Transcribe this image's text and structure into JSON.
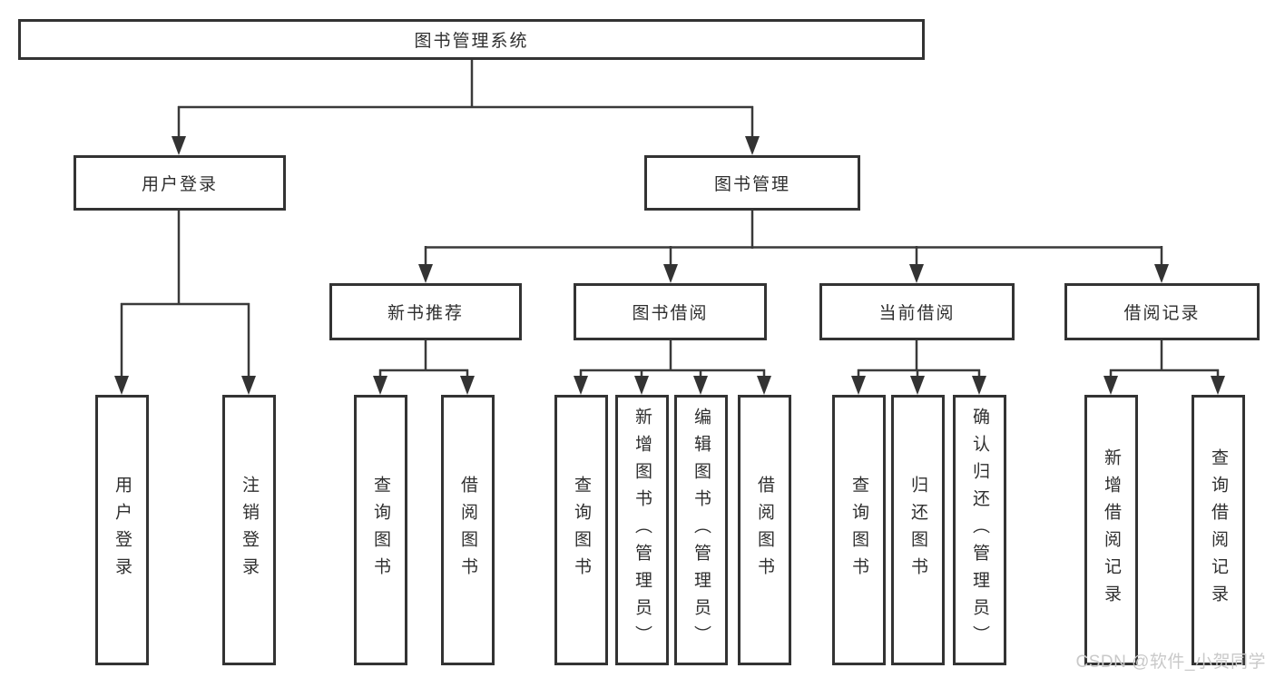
{
  "diagram": {
    "type": "tree-structure-diagram",
    "colors": {
      "background": "#ffffff",
      "box_fill": "#ffffff",
      "box_border": "#333333",
      "line": "#3a3a3a",
      "text": "#2f2f2f",
      "watermark": "#c9c9c9"
    },
    "watermark": "CSDN @软件_小贺同学",
    "nodes": {
      "root": {
        "label": "图书管理系统"
      },
      "level2": [
        {
          "label": "用户登录",
          "parent": "图书管理系统"
        },
        {
          "label": "图书管理",
          "parent": "图书管理系统"
        }
      ],
      "level3": [
        {
          "label": "新书推荐",
          "parent": "图书管理"
        },
        {
          "label": "图书借阅",
          "parent": "图书管理"
        },
        {
          "label": "当前借阅",
          "parent": "图书管理"
        },
        {
          "label": "借阅记录",
          "parent": "图书管理"
        }
      ],
      "leaves": [
        {
          "label": "用户登录",
          "parent": "用户登录"
        },
        {
          "label": "注销登录",
          "parent": "用户登录"
        },
        {
          "label": "查询图书",
          "parent": "新书推荐"
        },
        {
          "label": "借阅图书",
          "parent": "新书推荐"
        },
        {
          "label": "查询图书",
          "parent": "图书借阅"
        },
        {
          "label": "新增图书（管理员）",
          "parent": "图书借阅"
        },
        {
          "label": "编辑图书（管理员）",
          "parent": "图书借阅"
        },
        {
          "label": "借阅图书",
          "parent": "图书借阅"
        },
        {
          "label": "查询图书",
          "parent": "当前借阅"
        },
        {
          "label": "归还图书",
          "parent": "当前借阅"
        },
        {
          "label": "确认归还（管理员）",
          "parent": "当前借阅"
        },
        {
          "label": "新增借阅记录",
          "parent": "借阅记录"
        },
        {
          "label": "查询借阅记录",
          "parent": "借阅记录"
        }
      ]
    }
  }
}
